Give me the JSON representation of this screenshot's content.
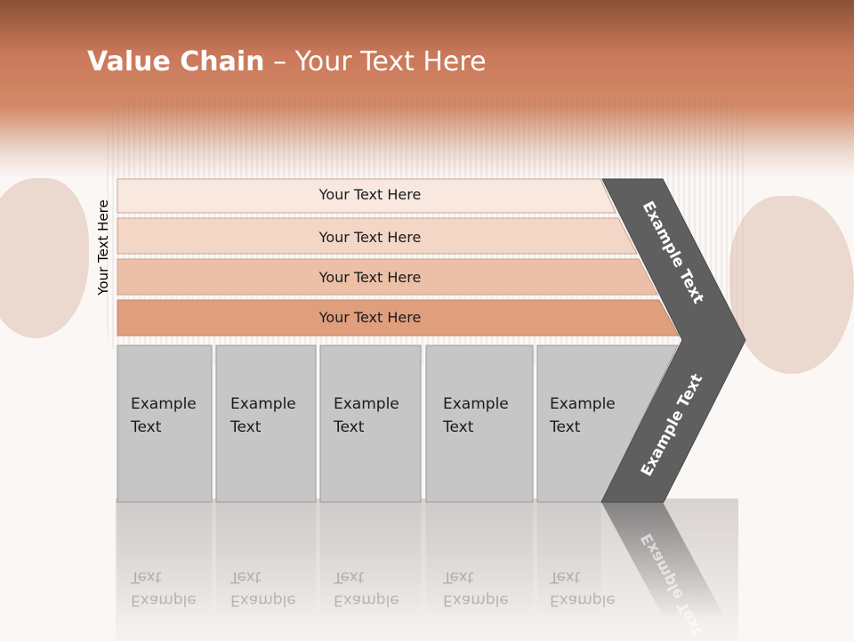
{
  "slide": {
    "title_bold": "Value Chain",
    "title_rest": " – Your Text Here",
    "side_label": "Your Text Here"
  },
  "support_bars": [
    {
      "label": "Your Text Here",
      "color": "#f8e8e0"
    },
    {
      "label": "Your Text Here",
      "color": "#f3d6c6"
    },
    {
      "label": "Your Text Here",
      "color": "#ecbfa7"
    },
    {
      "label": "Your Text Here",
      "color": "#df9e7c"
    }
  ],
  "primary_boxes": [
    {
      "line1": "Example",
      "line2": "Text"
    },
    {
      "line1": "Example",
      "line2": "Text"
    },
    {
      "line1": "Example",
      "line2": "Text"
    },
    {
      "line1": "Example",
      "line2": "Text"
    },
    {
      "line1": "Example",
      "line2": "Text"
    }
  ],
  "chevron": {
    "upper_label": "Example Text",
    "lower_label": "Example Text",
    "color": "#5f5f5f"
  },
  "colors": {
    "header": "#c9785a",
    "box_fill": "#c6c6c6",
    "box_stroke": "#9a9a9a"
  }
}
